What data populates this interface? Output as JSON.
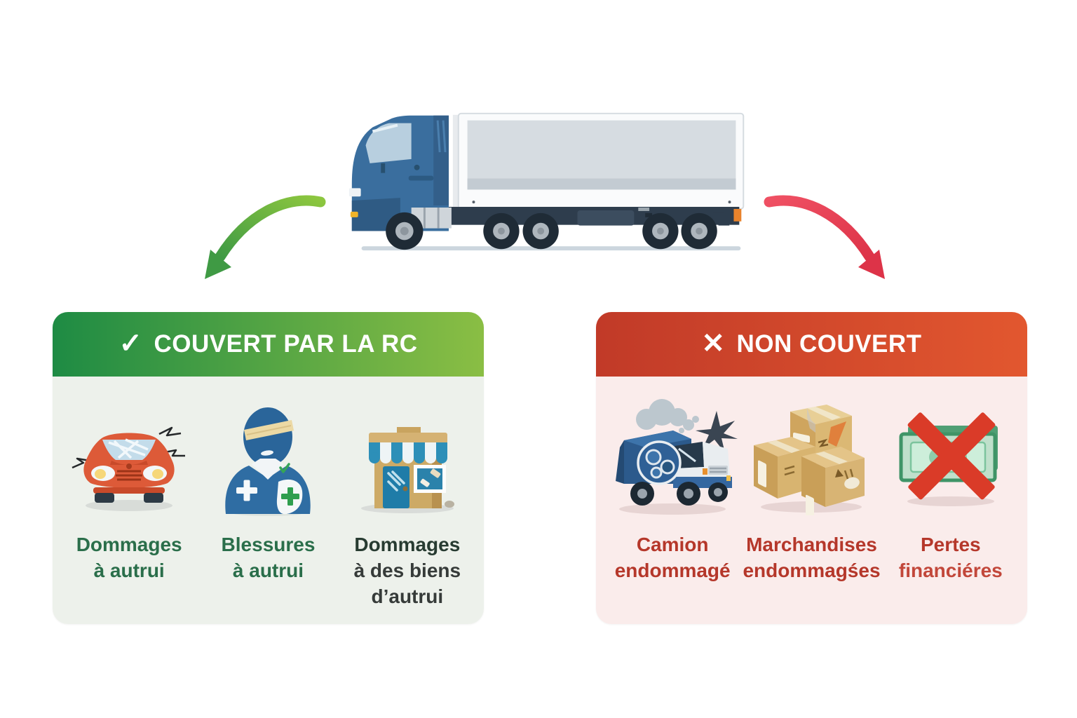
{
  "figure": {
    "kind": "insurance-coverage-infographic",
    "language": "fr",
    "hero_icon": "semi-truck"
  },
  "arrows": {
    "covered": {
      "direction": "down-left",
      "color_start": "#8cc63f",
      "color_end": "#3f9a44"
    },
    "not_covered": {
      "direction": "down-right",
      "color_start": "#ef5063",
      "color_end": "#dd3348"
    }
  },
  "covered_panel": {
    "header": {
      "icon_glyph": "✓",
      "label": "COUVERT PAR LA RC",
      "gradient": [
        "#1e8b44",
        "#8abe44"
      ],
      "text_color": "#ffffff"
    },
    "body_bg": "#edf1eb",
    "label_color": "#2a6e4a",
    "items": [
      {
        "icon": "damaged-car-icon",
        "lines": [
          "Dommages",
          "à autrui"
        ]
      },
      {
        "icon": "injured-person-icon",
        "lines": [
          "Blessures",
          "à autrui"
        ]
      },
      {
        "icon": "damaged-storefront-icon",
        "lines": [
          "Dommages",
          "à des biens",
          "d’autrui"
        ]
      }
    ]
  },
  "not_covered_panel": {
    "header": {
      "icon_glyph": "✕",
      "label": "NON COUVERT",
      "gradient": [
        "#c13a28",
        "#e2572f"
      ],
      "text_color": "#ffffff"
    },
    "body_bg": "#faeceb",
    "label_color": "#b5372a",
    "items": [
      {
        "icon": "damaged-truck-icon",
        "lines": [
          "Camion",
          "endommagé"
        ]
      },
      {
        "icon": "damaged-boxes-icon",
        "lines": [
          "Marchandises",
          "endommagśes"
        ]
      },
      {
        "icon": "crossed-money-icon",
        "lines": [
          "Pertes",
          "financiéres"
        ]
      }
    ]
  }
}
